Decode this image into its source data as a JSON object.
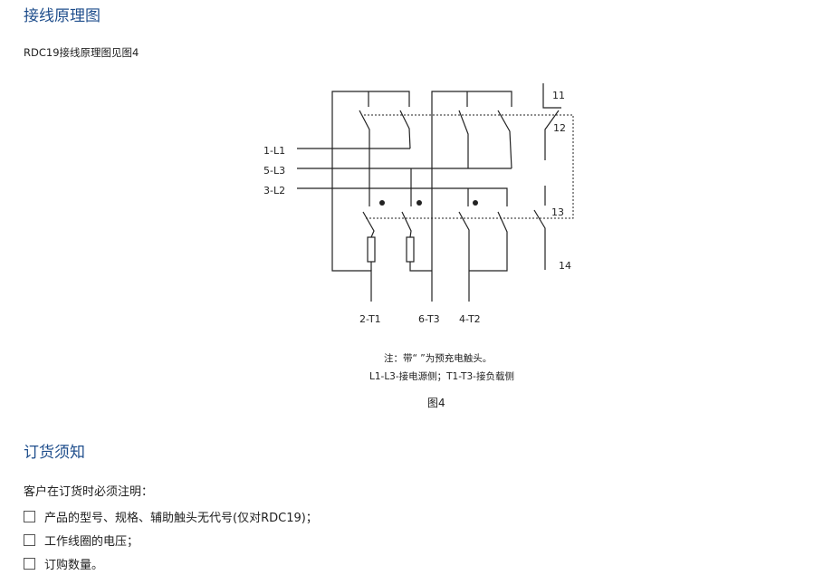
{
  "section1": {
    "title": "接线原理图",
    "intro": "RDC19接线原理图见图4"
  },
  "diagram": {
    "inputs": [
      "1-L1",
      "5-L3",
      "3-L2"
    ],
    "outputs": [
      "2-T1",
      "6-T3",
      "4-T2"
    ],
    "aux_terminals": [
      "11",
      "12",
      "13",
      "14"
    ],
    "note1": "注：带“ ”为预充电触头。",
    "note2": "L1-L3-接电源侧；T1-T3-接负载侧",
    "caption": "图4"
  },
  "section2": {
    "title": "订货须知",
    "intro": "客户在订货时必须注明：",
    "items": [
      "产品的型号、规格、辅助触头无代号(仅对RDC19)；",
      "工作线圈的电压；",
      "订购数量。"
    ]
  }
}
